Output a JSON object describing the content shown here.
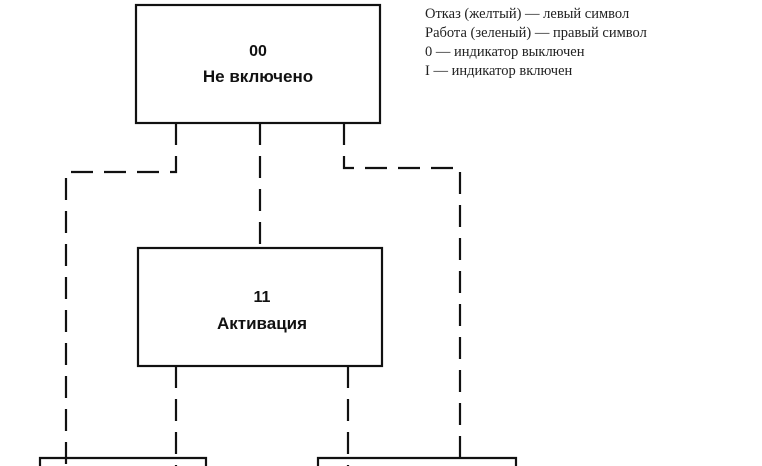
{
  "states": [
    {
      "id": "not-enabled",
      "code": "00",
      "name": "Не включено"
    },
    {
      "id": "activation",
      "code": "11",
      "name": "Активация"
    }
  ],
  "legend": [
    "Отказ (желтый) — левый символ",
    "Работа (зеленый) — правый символ",
    "0 — индикатор выключен",
    "I — индикатор включен"
  ],
  "colors": {
    "line": "#111111",
    "text": "#111111",
    "background": "#ffffff"
  }
}
